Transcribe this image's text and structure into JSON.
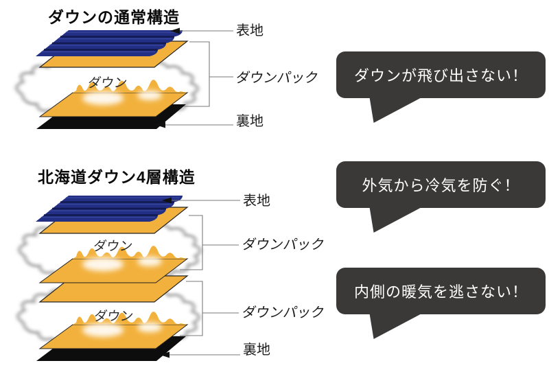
{
  "colors": {
    "background": "#ffffff",
    "fabric_blue": "#232F85",
    "fabric_blue_dark": "#131A50",
    "fabric_blue_light": "#3A489F",
    "down_yellow": "#F2B13C",
    "lining_black": "#0D0D0D",
    "callout_bg": "#3B3938",
    "callout_text": "#FFFFFF",
    "line_gray": "#7A7A7A",
    "cloud_gray": "#909090",
    "text_black": "#1C1C1C"
  },
  "diagram_normal": {
    "title": "ダウンの通常構造",
    "down_label": "ダウン",
    "labels": {
      "outer_fabric": "表地",
      "down_pack": "ダウンパック",
      "lining": "裏地"
    }
  },
  "diagram_hokkaido": {
    "title": "北海道ダウン4層構造",
    "down_label_upper": "ダウン",
    "down_label_lower": "ダウン",
    "labels": {
      "outer_fabric": "表地",
      "down_pack_upper": "ダウンパック",
      "down_pack_lower": "ダウンパック",
      "lining": "裏地"
    }
  },
  "callouts": [
    {
      "text": "ダウンが飛び出さない！"
    },
    {
      "text": "外気から冷気を防ぐ！"
    },
    {
      "text": "内側の暖気を逃さない！"
    }
  ]
}
